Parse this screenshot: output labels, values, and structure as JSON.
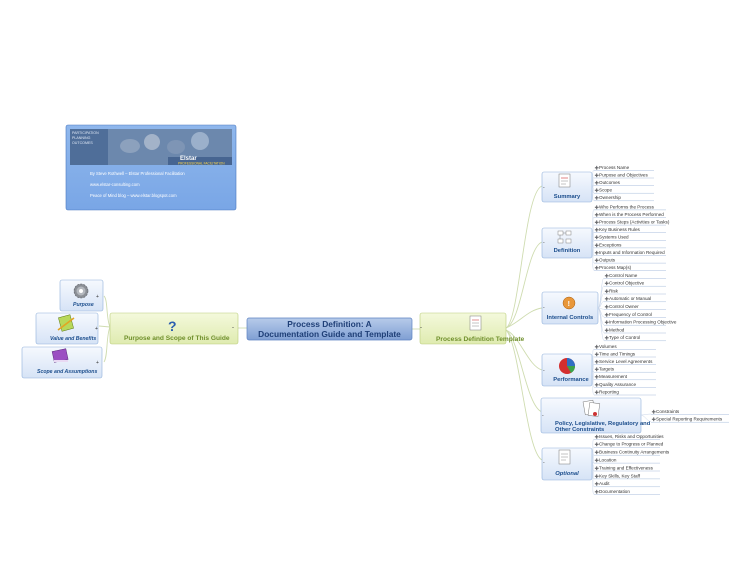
{
  "center": {
    "line1": "Process Definition: A",
    "line2": "Documentation Guide and Template"
  },
  "left_main": {
    "label": "Purpose and Scope of This Guide",
    "icon": "question-mark-icon"
  },
  "right_main": {
    "label": "Process Definition Template",
    "icon": "document-icon"
  },
  "left_items": [
    {
      "label": "Purpose",
      "icon": "gear-icon"
    },
    {
      "label": "Value and Benefits",
      "icon": "notepad-pencil-icon"
    },
    {
      "label": "Scope and Assumptions",
      "icon": "book-icon"
    }
  ],
  "info_card": {
    "banner_words": [
      "PARTICIPATION",
      "PLANNING",
      "OUTCOMES"
    ],
    "brand_name": "Elstar",
    "brand_sub": "PROFESSIONAL FACILITATION",
    "line1": "By Steve Rothwell – Elstar Professional Facilitation",
    "line2": "www.elstar-consulting.com",
    "line3": "Peace of Mind blog – www.elstar.blogspot.com"
  },
  "collapse_markers": {
    "minus": "-",
    "plus": "+"
  },
  "branches": [
    {
      "label": "Summary",
      "leaves": [
        "Process Name",
        "Purpose and Objectives",
        "Outcomes",
        "Scope",
        "Ownership"
      ]
    },
    {
      "label": "Definition",
      "leaves": [
        "Who Performs the Process",
        "When is the Process Performed",
        "Process Steps (Activities or Tasks)",
        "Key Business Rules",
        "Systems Used",
        "Exceptions",
        "Inputs and Information Required",
        "Outputs",
        "Process Map(s)"
      ]
    },
    {
      "label": "Internal Controls",
      "leaves": [
        "Control Name",
        "Control Objective",
        "Risk",
        "Automatic or Manual",
        "Control Owner",
        "Frequency of Control",
        "Information Processing Objective",
        "Method",
        "Type of Control"
      ]
    },
    {
      "label": "Performance",
      "leaves": [
        "Volumes",
        "Time and Timings",
        "Service Level Agreements",
        "Targets",
        "Measurement",
        "Quality Assurance",
        "Reporting"
      ]
    },
    {
      "label_lines": [
        "Policy, Legislative, Regulatory and",
        "Other Constraints"
      ],
      "leaves": [
        "Constraints",
        "Special Reporting Requirements"
      ]
    },
    {
      "label": "Optional",
      "leaves": [
        "Issues, Risks and Opportunities",
        "Change to Progress or Planned",
        "Business Continuity Arrangements",
        "Location",
        "Training and Effectiveness",
        "Key Skills, Key Staff",
        "Audit",
        "Documentation"
      ]
    }
  ]
}
